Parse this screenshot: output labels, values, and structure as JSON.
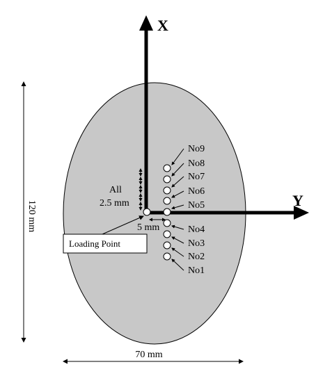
{
  "axes": {
    "x_label": "X",
    "y_label": "Y"
  },
  "dimensions": {
    "height": "120 mm",
    "width": "70 mm",
    "spacing": "5 mm"
  },
  "pitch": {
    "line1": "All",
    "line2": "2.5 mm"
  },
  "loading_point": "Loading Point",
  "sensors": [
    "No9",
    "No8",
    "No7",
    "No6",
    "No5",
    "No4",
    "No3",
    "No2",
    "No1"
  ],
  "colors": {
    "ellipse_fill": "#c8c8c8",
    "stroke": "#000000",
    "sensor_fill": "#ffffff"
  }
}
